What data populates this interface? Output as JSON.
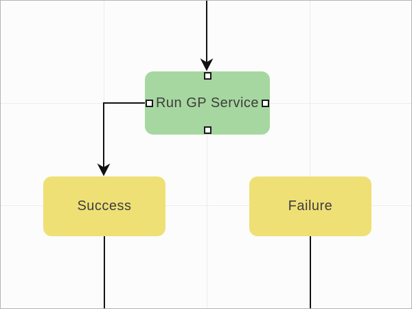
{
  "diagram": {
    "nodes": [
      {
        "id": "run-gp-service",
        "label": "Run GP Service",
        "fill": "#a7d7a0",
        "selected": true
      },
      {
        "id": "success",
        "label": "Success",
        "fill": "#efe076",
        "selected": false
      },
      {
        "id": "failure",
        "label": "Failure",
        "fill": "#efe076",
        "selected": false
      }
    ],
    "connectors": [
      {
        "id": "into-run-gp-service",
        "type": "arrow",
        "from": "offscreen-top",
        "to": "run-gp-service"
      },
      {
        "id": "run-gp-service-to-success",
        "type": "elbow-arrow",
        "from": "run-gp-service",
        "to": "success"
      },
      {
        "id": "success-out",
        "type": "line",
        "from": "success",
        "to": "offscreen-bottom"
      },
      {
        "id": "failure-out",
        "type": "line",
        "from": "failure",
        "to": "offscreen-bottom"
      }
    ],
    "selection_ports": [
      "top",
      "left",
      "right",
      "bottom"
    ]
  },
  "colors": {
    "node_green": "#a7d7a0",
    "node_yellow": "#efe076",
    "connector": "#111111",
    "grid": "#ececec",
    "canvas_background": "#fcfcfc",
    "canvas_border": "#b3b3b3",
    "label_text": "#3d3d3d",
    "port_fill": "#ffffff",
    "port_border": "#1a1a1a"
  }
}
